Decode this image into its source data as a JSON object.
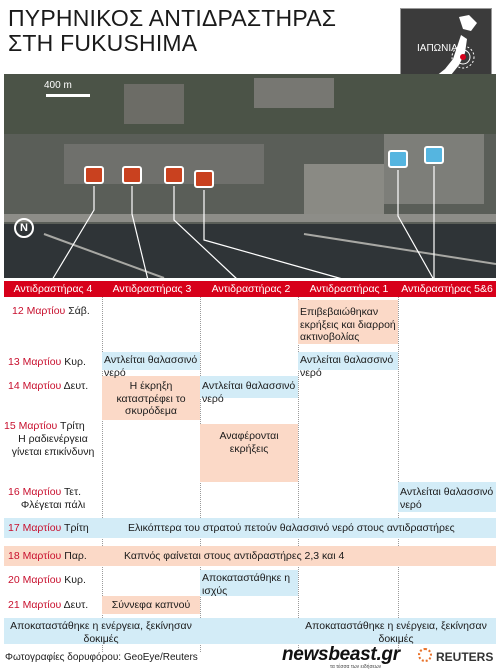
{
  "title_lines": [
    "ΠΥΡΗΝΙΚΟΣ ΑΝΤΙΔΡΑΣΤΗΡΑΣ",
    "ΣΤΗ FUKUSHIMA"
  ],
  "inset_label": "ΙΑΠΩΝΙΑ",
  "scale_label": "400 m",
  "north_label": "N",
  "colors": {
    "red_header": "#d7001a",
    "date_red": "#c8102e",
    "damaged": "#c9411f",
    "intact": "#55b5e0",
    "peach": "#fbd9c7",
    "blue": "#d3ecf7"
  },
  "headers": [
    "Αντιδραστήρας 4",
    "Αντιδραστήρας 3",
    "Αντιδραστήρας 2",
    "Αντιδραστήρας 1",
    "Αντιδραστήρας 5&6"
  ],
  "rows": [
    {
      "date": "12 Μαρτίου",
      "day": "Σάβ."
    },
    {
      "date": "13 Μαρτίου",
      "day": "Κυρ."
    },
    {
      "date": "14 Μαρτίου",
      "day": "Δευτ."
    },
    {
      "date": "15 Μαρτίου",
      "day": "Τρίτη",
      "note": "Η ραδιενέργεια γίνεται επικίνδυνη"
    },
    {
      "date": "16 Μαρτίου",
      "day": "Τετ.",
      "note": "Φλέγεται πάλι"
    },
    {
      "date": "17 Μαρτίου",
      "day": "Τρίτη",
      "note": "Ελικόπτερα του στρατού πετούν θαλασσινό νερό στους αντιδραστήρες"
    },
    {
      "date": "18 Μαρτίου",
      "day": "Παρ.",
      "note": "Καπνός φαίνεται στους αντιδραστήρες 2,3 και 4"
    },
    {
      "date": "20 Μαρτίου",
      "day": "Κυρ."
    },
    {
      "date": "21 Μαρτίου",
      "day": "Δευτ."
    }
  ],
  "cells": {
    "r1_explosions": "Επιβεβαιώθηκαν εκρήξεις και διαρροή ακτινοβολίας",
    "r3_pump13": "Αντλείται θαλασσινό νερό",
    "r1_pump13": "Αντλείται θαλασσινό νερό",
    "r3_blast14": "Η έκρηξη καταστρέφει το σκυρόδεμα",
    "r2_pump14": "Αντλείται θαλασσινό νερό",
    "r2_expl15": "Αναφέρονται εκρήξεις",
    "r56_pump16": "Αντλείται θαλασσινό νερό",
    "r2_power20": "Αποκαταστάθηκε η ισχύς",
    "r3_smoke21": "Σύννεφα καπνού",
    "r4_power": "Αποκαταστάθηκε η ενέργεια, ξεκίνησαν δοκιμές",
    "r1_power": "Αποκαταστάθηκε η ενέργεια, ξεκίνησαν δοκιμές"
  },
  "footer": {
    "source": "Φωτογραφίες δορυφόρου: GeoEye/Reuters",
    "brand": "newsbeast.gr",
    "brand_sub": "τα τέσσα των ειδήσεων",
    "agency": "REUTERS"
  }
}
